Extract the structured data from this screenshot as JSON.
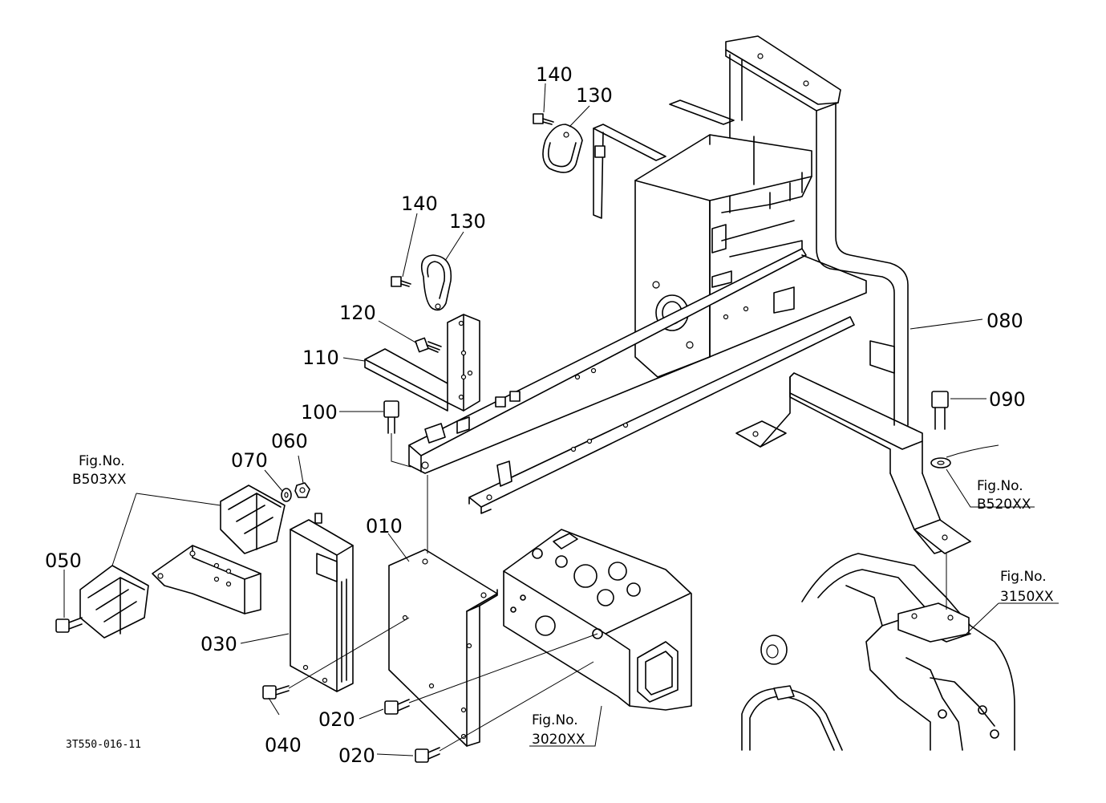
{
  "diagram": {
    "drawing_code": "3T550-016-11",
    "part_labels": {
      "p010": "010",
      "p020a": "020",
      "p020b": "020",
      "p030": "030",
      "p040": "040",
      "p050": "050",
      "p060": "060",
      "p070": "070",
      "p080": "080",
      "p090": "090",
      "p100": "100",
      "p110": "110",
      "p120": "120",
      "p130a": "130",
      "p130b": "130",
      "p140a": "140",
      "p140b": "140"
    },
    "figure_refs": {
      "b503": {
        "line1": "Fig.No.",
        "line2": "B503XX"
      },
      "b520": {
        "line1": "Fig.No.",
        "line2": "B520XX"
      },
      "f3150": {
        "line1": "Fig.No.",
        "line2": "3150XX"
      },
      "f3020": {
        "line1": "Fig.No.",
        "line2": "3020XX"
      }
    }
  }
}
